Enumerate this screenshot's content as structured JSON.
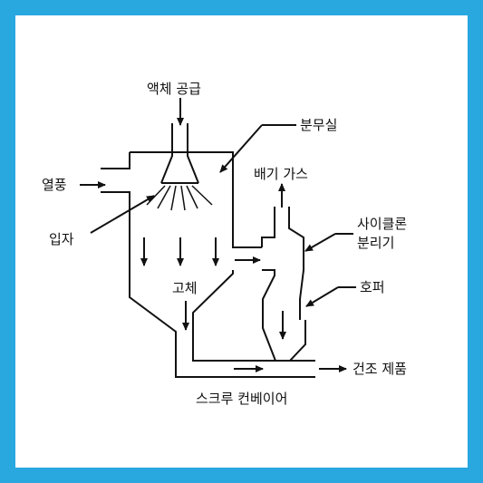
{
  "diagram": {
    "border_color": "#29a8e0",
    "line_color": "#111111",
    "labels": {
      "liquid_feed": "액체 공급",
      "spray_chamber": "분무실",
      "hot_air": "열풍",
      "exhaust_gas": "배기 가스",
      "particles": "입자",
      "cyclone_separator_1": "사이클론",
      "cyclone_separator_2": "분리기",
      "hopper": "호퍼",
      "solids": "고체",
      "dried_product": "건조 제품",
      "screw_conveyor": "스크루 컨베이어"
    }
  }
}
